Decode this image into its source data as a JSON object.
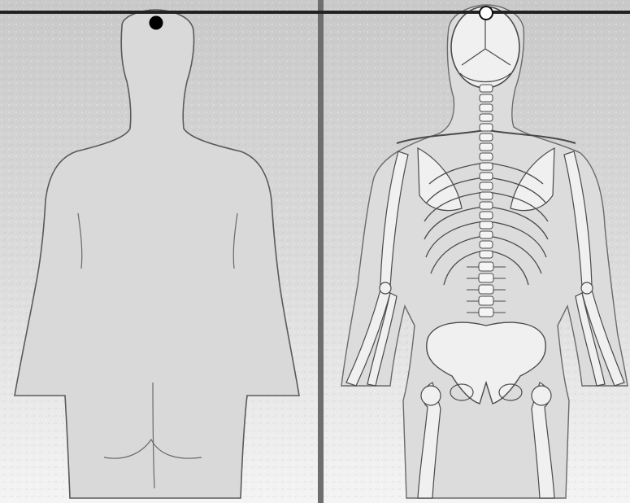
{
  "figure": {
    "panels": [
      {
        "view": "body-back-silhouette",
        "marker": "filled-dot"
      },
      {
        "view": "skeleton-back",
        "marker": "open-dot"
      }
    ],
    "colors": {
      "background_top": "#c9c9c9",
      "background_bottom": "#f4f4f4",
      "body_fill": "#d9d9d9",
      "outline": "#5a5a5a",
      "bone": "#f0f0f0",
      "bone_line": "#4a4a4a",
      "reference_line": "#222222",
      "divider": "#6e6e6e",
      "marker_filled": "#000000",
      "marker_open_fill": "#ffffff"
    }
  }
}
